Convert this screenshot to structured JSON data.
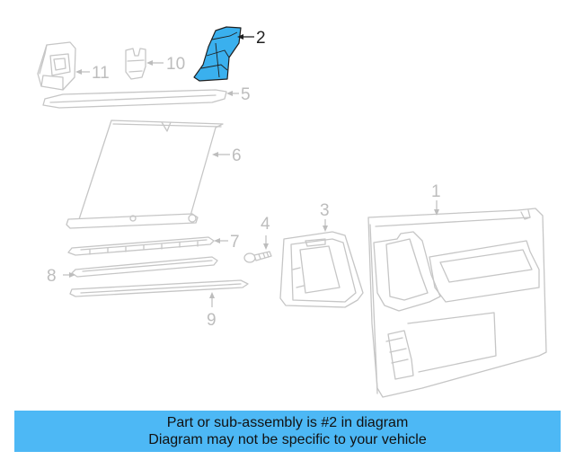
{
  "callouts": {
    "c1": "1",
    "c2": "2",
    "c3": "3",
    "c4": "4",
    "c5": "5",
    "c6": "6",
    "c7": "7",
    "c8": "8",
    "c9": "9",
    "c10": "10",
    "c11": "11"
  },
  "highlighted_part": "2",
  "colors": {
    "highlight_part": "#3ab0ee",
    "caption_background": "#4db8f5",
    "outline_gray": "#c6c6c6"
  },
  "caption": {
    "line1": "Part or sub-assembly is #2 in diagram",
    "line2": "Diagram may not be specific to your vehicle"
  }
}
